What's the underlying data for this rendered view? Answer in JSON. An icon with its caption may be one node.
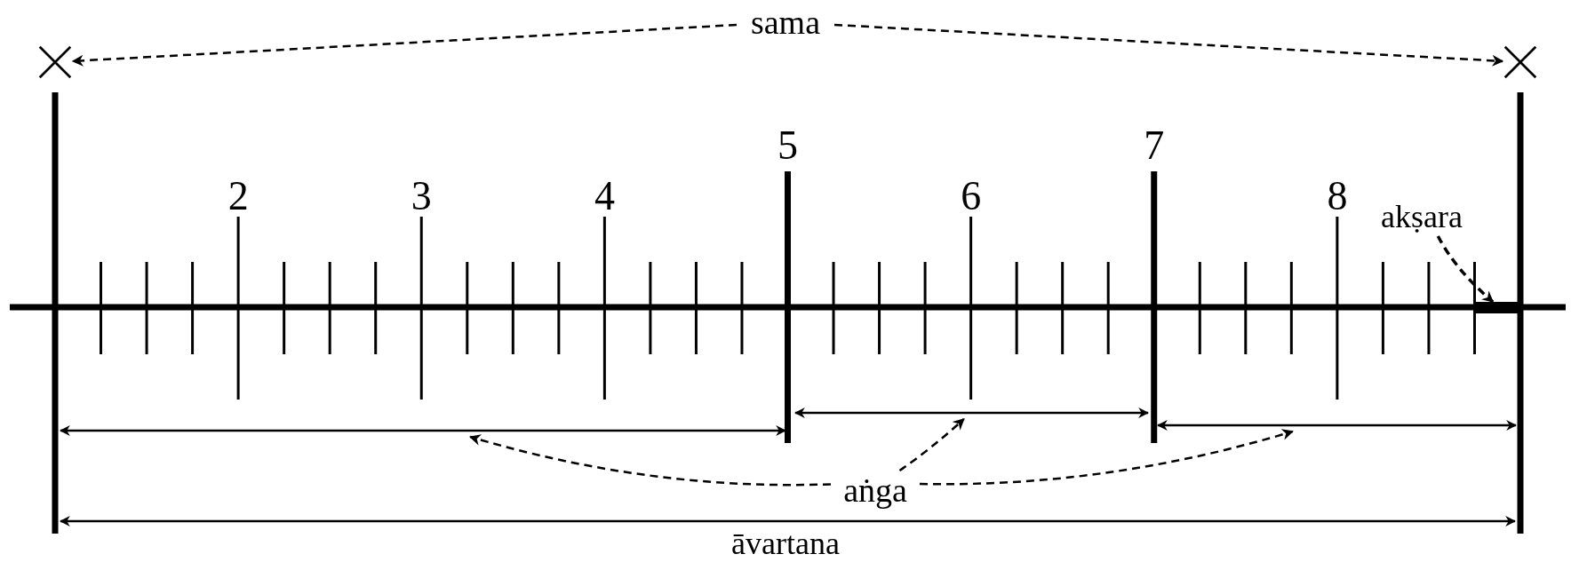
{
  "diagram": {
    "nodes": [
      {
        "text": [
          "sama"
        ]
      },
      {
        "text": [],
        "shape": "cross"
      },
      {
        "text": [],
        "shape": "cross"
      },
      {
        "text": [
          "akṣara"
        ]
      },
      {
        "text": [],
        "shape": "bar"
      },
      {
        "text": [
          "aṅga"
        ]
      },
      {
        "text": [],
        "shape": "line"
      },
      {
        "text": [],
        "shape": "line"
      },
      {
        "text": [],
        "shape": "line"
      }
    ],
    "edges": [
      {
        "from": 0,
        "to": 1,
        "arrow": "to",
        "style": "dashed"
      },
      {
        "from": 0,
        "to": 2,
        "arrow": "to",
        "style": "dashed"
      },
      {
        "from": 3,
        "to": 4,
        "arrow": "to",
        "style": "dashed"
      },
      {
        "from": 5,
        "to": 6,
        "arrow": "to",
        "style": "dashed"
      },
      {
        "from": 5,
        "to": 7,
        "arrow": "to",
        "style": "dashed"
      },
      {
        "from": 5,
        "to": 8,
        "arrow": "to",
        "style": "dashed"
      }
    ],
    "labels": [
      "2",
      "3",
      "4",
      "5",
      "6",
      "7",
      "8",
      "āvartana"
    ]
  }
}
